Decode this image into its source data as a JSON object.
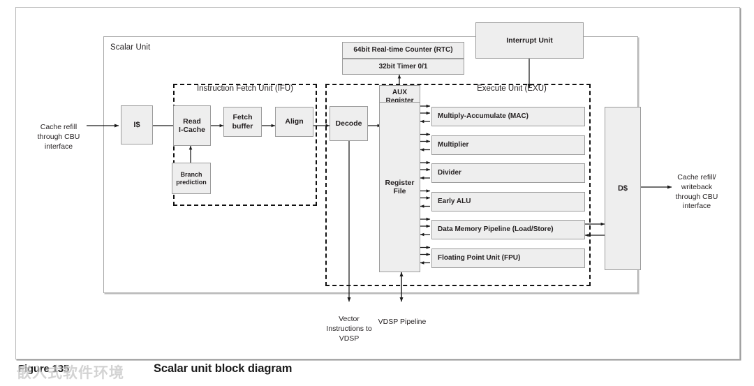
{
  "figure": {
    "number": "Figure 135",
    "title": "Scalar unit block diagram",
    "watermark": "嵌入式软件环境"
  },
  "colors": {
    "block_fill": "#eeeeee",
    "block_border": "#9b9b9b",
    "container_border": "#a7a7a7",
    "dashed_border": "#111111",
    "text": "#231f20",
    "wire": "#1a1a1a"
  },
  "containers": {
    "scalar_unit": {
      "label": "Scalar Unit"
    },
    "ifu": {
      "label": "Instruction Fetch Unit (IFU)"
    },
    "exu": {
      "label": "Execute Unit (EXU)"
    }
  },
  "blocks": {
    "icache": {
      "label": "I$"
    },
    "read_icache": {
      "label": "Read\nI-Cache"
    },
    "fetch_buffer": {
      "label": "Fetch\nbuffer"
    },
    "align": {
      "label": "Align"
    },
    "branch_prediction": {
      "label": "Branch\nprediction"
    },
    "decode": {
      "label": "Decode"
    },
    "aux_register": {
      "label": "AUX\nRegister"
    },
    "register_file": {
      "label": "Register\nFile"
    },
    "dcache": {
      "label": "D$"
    },
    "rtc": {
      "label": "64bit Real-time Counter (RTC)"
    },
    "timer": {
      "label": "32bit Timer 0/1"
    },
    "interrupt_unit": {
      "label": "Interrupt Unit"
    }
  },
  "exu_units": [
    {
      "label": "Multiply-Accumulate (MAC)"
    },
    {
      "label": "Multiplier"
    },
    {
      "label": "Divider"
    },
    {
      "label": "Early ALU"
    },
    {
      "label": "Data Memory Pipeline (Load/Store)"
    },
    {
      "label": "Floating Point Unit (FPU)"
    }
  ],
  "annotations": {
    "cache_refill_in": "Cache refill\nthrough CBU\ninterface",
    "cache_refill_out": "Cache refill/\nwriteback\nthrough CBU\ninterface",
    "vector_instructions": "Vector\nInstructions to\nVDSP",
    "vdsp_pipeline": "VDSP Pipeline"
  }
}
